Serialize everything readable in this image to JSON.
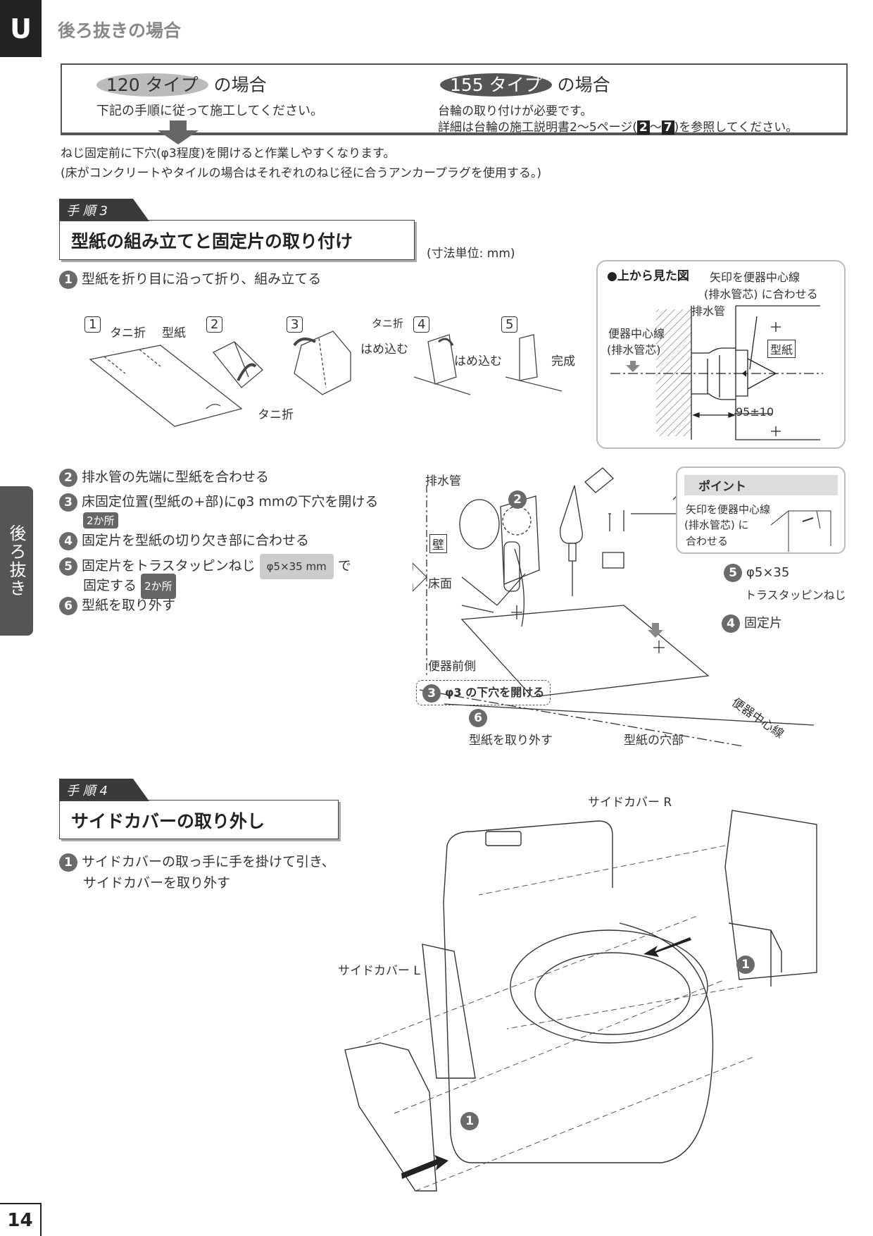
{
  "header": {
    "section_letter": "U",
    "title": "後ろ抜きの場合"
  },
  "type_box": {
    "t120": {
      "pill": "120 タイプ",
      "suffix": "の場合",
      "text": "下記の手順に従って施工してください。"
    },
    "t155": {
      "pill": "155 タイプ",
      "suffix": "の場合",
      "line1": "台輪の取り付けが必要です。",
      "line2_a": "詳細は台輪の施工説明書2～5ページ(",
      "ref1": "2",
      "tilde": "～",
      "ref2": "7",
      "line2_b": ")を参照してください。"
    }
  },
  "notes": [
    "ねじ固定前に下穴(φ3程度)を開けると作業しやすくなります。",
    "(床がコンクリートやタイルの場合はそれぞれのねじ径に合うアンカープラグを使用する。)"
  ],
  "step3": {
    "tab": "手 順 3",
    "title": "型紙の組み立てと固定片の取り付け",
    "unit": "(寸法単位: mm)",
    "sub1": {
      "num": "1",
      "text": "型紙を折り目に沿って折り、組み立てる"
    },
    "fold": {
      "n1": "1",
      "n2": "2",
      "n3": "3",
      "n4": "4",
      "n5": "5",
      "tani1": "タニ折",
      "katagami": "型紙",
      "tani2": "タニ折",
      "tani3": "タニ折",
      "hamekomu1": "はめ込む",
      "hamekomu2": "はめ込む",
      "kansei": "完成"
    },
    "topview": {
      "title": "●上から見た図",
      "arrow_l1": "矢印を便器中心線",
      "arrow_l2": "(排水管芯) に合わせる",
      "pipe": "排水管",
      "center_l1": "便器中心線",
      "center_l2": "(排水管芯)",
      "katagami": "型紙",
      "dim": "95±10"
    },
    "steps": [
      {
        "num": "2",
        "text": "排水管の先端に型紙を合わせる"
      },
      {
        "num": "3",
        "text": "床固定位置(型紙の+部)にφ3 mmの下穴を開ける",
        "tag": "2か所"
      },
      {
        "num": "4",
        "text": "固定片を型紙の切り欠き部に合わせる"
      },
      {
        "num": "5",
        "text": "固定片をトラスタッピンねじ",
        "spec": "φ5×35 mm",
        "text_b": "で",
        "text2": "固定する",
        "tag": "2か所"
      },
      {
        "num": "6",
        "text": "型紙を取り外す"
      }
    ],
    "diagram": {
      "pipe": "排水管",
      "wall": "壁",
      "floor": "床面",
      "front": "便器前側",
      "drill_num": "3",
      "drill": "φ3 の下穴を開ける",
      "remove_num": "6",
      "remove": "型紙を取り外す",
      "hole": "型紙の穴部",
      "center": "便器中心線",
      "n2": "2",
      "screw_num": "5",
      "screw_spec": "φ5×35",
      "screw_name": "トラスタッピンねじ",
      "piece_num": "4",
      "piece": "固定片",
      "point": {
        "title": "ポイント",
        "l1": "矢印を便器中心線",
        "l2": "(排水管芯) に",
        "l3": "合わせる"
      }
    }
  },
  "step4": {
    "tab": "手 順 4",
    "title": "サイドカバーの取り外し",
    "sub1": {
      "num": "1",
      "l1": "サイドカバーの取っ手に手を掛けて引き、",
      "l2": "サイドカバーを取り外す"
    },
    "diagram": {
      "cover_r": "サイドカバー R",
      "cover_l": "サイドカバー L",
      "n_r": "1",
      "n_l": "1"
    }
  },
  "side_tab": "後ろ抜き",
  "page_number": "14"
}
